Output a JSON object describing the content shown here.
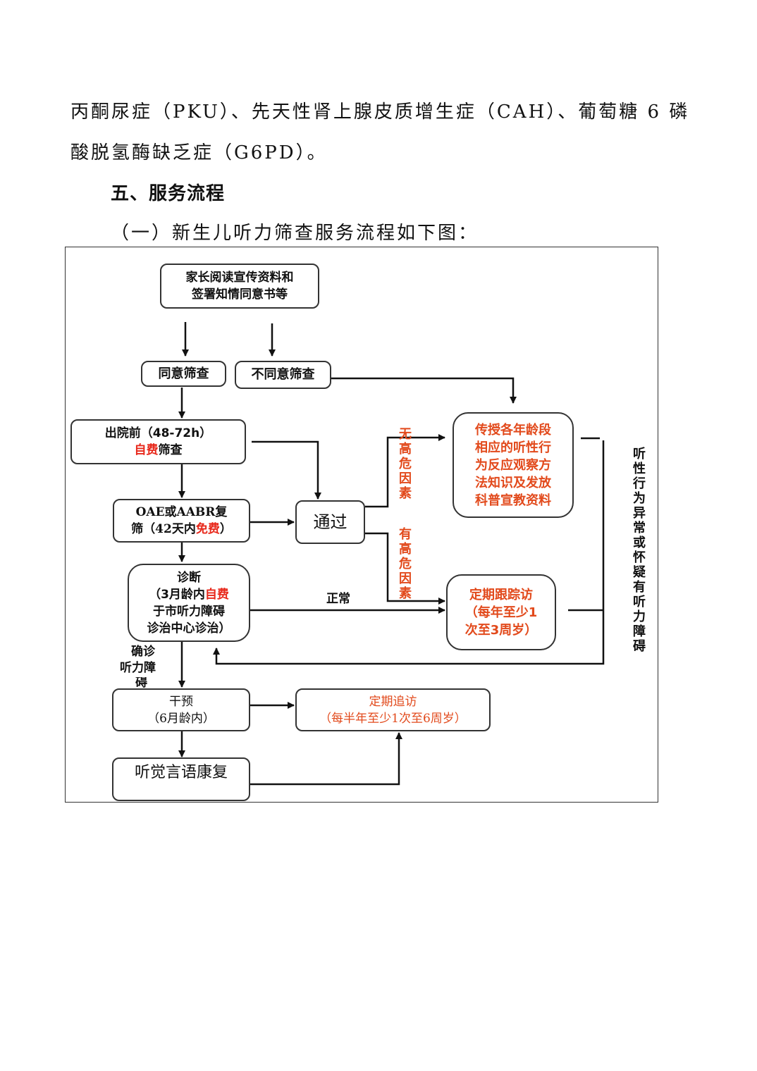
{
  "document": {
    "paragraph_line1": "丙酮尿症（PKU）、先天性肾上腺皮质增生症（CAH）、葡萄糖 6 磷",
    "paragraph_line2": "酸脱氢酶缺乏症（G6PD）。",
    "section_heading": "五、服务流程",
    "subsection_heading": "（一）新生儿听力筛查服务流程如下图："
  },
  "flowchart": {
    "parent_read": {
      "line1": "家长阅读宣传资料和",
      "line2": "签署知情同意书等"
    },
    "agree": "同意筛查",
    "disagree": "不同意筛查",
    "pre_discharge": {
      "line1": "出院前（48-72h）",
      "line2_red": "自费",
      "line2_rest": "筛查"
    },
    "rescreen": {
      "line1": "OAE或AABR复",
      "line2_a": "筛（42天内",
      "line2_red": "免费",
      "line2_b": "）"
    },
    "pass": "通过",
    "no_high_risk": "无高危因素",
    "high_risk": "有高危因素",
    "education": {
      "lines": [
        "传授各年龄段",
        "相应的听性行",
        "为反应观察方",
        "法知识及发放",
        "科普宣教资料"
      ]
    },
    "diagnosis": {
      "line1": "诊断",
      "line2_a": "（3月龄内",
      "line2_red": "自费",
      "line3": "于市听力障碍",
      "line4": "诊治中心诊治）"
    },
    "normal_label": "正常",
    "followup_regular": {
      "line1": "定期跟踪访",
      "line2": "（每年至少1",
      "line3": "次至3周岁）"
    },
    "abnormal_label": "听性行为异常或怀疑有听力障碍",
    "confirmed_label": {
      "line1": "确诊",
      "line2": "听力障",
      "line3": "碍"
    },
    "intervention": {
      "line1": "干预",
      "line2": "（6月龄内）"
    },
    "followup_long": {
      "line1": "定期追访",
      "line2": "（每半年至少1次至6周岁）"
    },
    "rehab": "听觉言语康复"
  },
  "colors": {
    "highlight_red": "#e8281b",
    "highlight_orange": "#e24a1c",
    "line": "#111111"
  }
}
